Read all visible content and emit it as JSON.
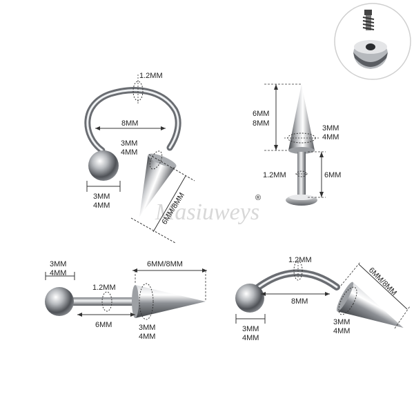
{
  "watermark": "Masiuweys",
  "watermark_mark": "®",
  "inset": {
    "icon": "internally-threaded-labret-detail"
  },
  "horseshoe": {
    "gauge": "1.2MM",
    "inner_diameter": "8MM",
    "cone_base_line1": "3MM",
    "cone_base_line2": "4MM",
    "ball_line1": "3MM",
    "ball_line2": "4MM",
    "cone_length": "6MM/8MM"
  },
  "labret": {
    "cone_length_line1": "6MM",
    "cone_length_line2": "8MM",
    "cone_base_line1": "3MM",
    "cone_base_line2": "4MM",
    "gauge": "1.2MM",
    "post_length": "6MM"
  },
  "barbell": {
    "ball_line1": "3MM",
    "ball_line2": "4MM",
    "cone_length": "6MM/8MM",
    "gauge": "1.2MM",
    "bar_length": "6MM",
    "cone_base_line1": "3MM",
    "cone_base_line2": "4MM"
  },
  "curved": {
    "gauge": "1.2MM",
    "cone_length": "6MM/8MM",
    "bar_length": "8MM",
    "ball_line1": "3MM",
    "ball_line2": "4MM",
    "cone_base_line1": "3MM",
    "cone_base_line2": "4MM"
  },
  "colors": {
    "metal_dark": "#4a4d52",
    "metal_light": "#f2f3f5",
    "guide": "#333333"
  }
}
